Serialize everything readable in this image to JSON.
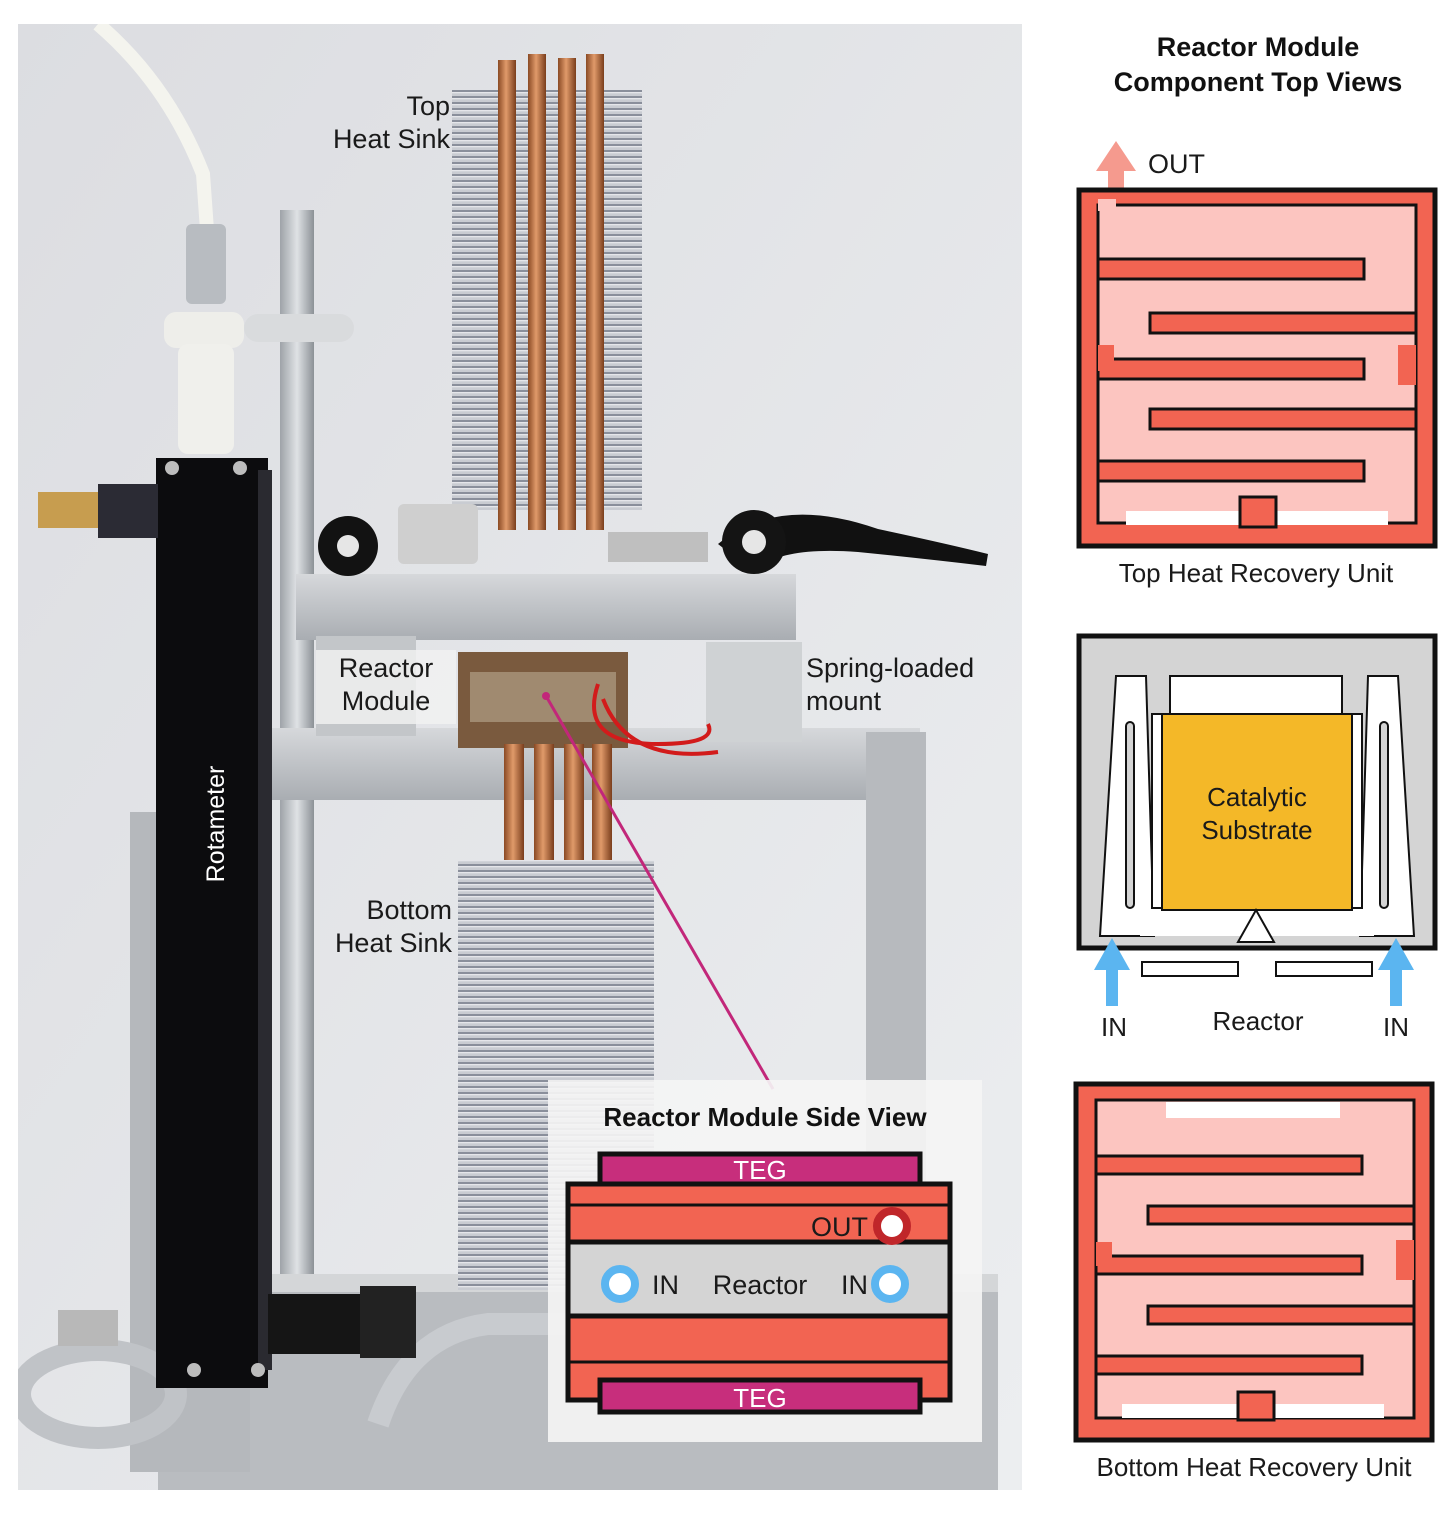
{
  "photo": {
    "labels": {
      "top_heat_sink_1": "Top",
      "top_heat_sink_2": "Heat Sink",
      "reactor_module_1": "Reactor",
      "reactor_module_2": "Module",
      "spring_mount_1": "Spring-loaded",
      "spring_mount_2": "mount",
      "bottom_heat_sink_1": "Bottom",
      "bottom_heat_sink_2": "Heat Sink",
      "rotameter": "Rotameter"
    }
  },
  "side_view": {
    "title": "Reactor Module Side View",
    "teg_top": "TEG",
    "teg_bottom": "TEG",
    "out": "OUT",
    "in_left": "IN",
    "reactor": "Reactor",
    "in_right": "IN"
  },
  "top_views": {
    "title_1": "Reactor Module",
    "title_2": "Component Top Views",
    "top_unit": {
      "out": "OUT",
      "caption": "Top Heat Recovery Unit"
    },
    "reactor": {
      "substrate_1": "Catalytic",
      "substrate_2": "Substrate",
      "in_left": "IN",
      "caption": "Reactor",
      "in_right": "IN"
    },
    "bottom_unit": {
      "caption": "Bottom Heat Recovery Unit"
    }
  },
  "colors": {
    "heat_recovery": "#f26452",
    "channel": "#fcc5c0",
    "teg": "#c72e7c",
    "substrate": "#f4b828",
    "reactor_gray": "#d4d4d4",
    "inlet_arrow": "#5bb5f0",
    "outlet_arrow": "#f59a8e",
    "leader_line": "#c2277a"
  }
}
